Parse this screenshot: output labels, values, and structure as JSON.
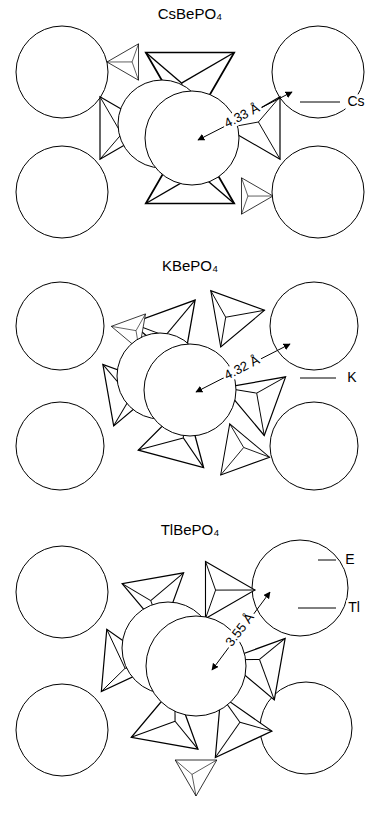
{
  "diagram": {
    "labels": [
      "CsBePO₄",
      "4.33 Å",
      "Cs",
      "KBePO₄",
      "4.32 Å",
      "K",
      "TlBePO₄",
      "E",
      "3.55 Å",
      "Tl"
    ]
  }
}
